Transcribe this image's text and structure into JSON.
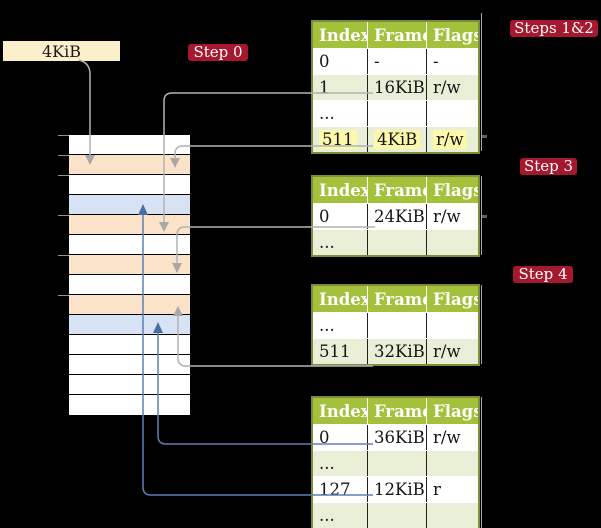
{
  "colors": {
    "background": "#000000",
    "table_header_green": "#a4c13b",
    "table_row_green": "#e8efd6",
    "table_border_olive": "#7d8d3a",
    "highlight_yellow": "#fdf8aa",
    "badge_red": "#a5182e",
    "cr3_box_cream": "#fbf0cb",
    "frame_orange": "#fbe3c9",
    "frame_blue": "#d7e3f4",
    "arrow_gray": "#b2b2b2",
    "arrow_gray_head": "#a8a8a8",
    "arrow_blue": "#5d80b4",
    "arrow_blue_head": "#4a6fa5",
    "tick_gray": "#8f8f8f"
  },
  "cr3_box": {
    "label": "4KiB"
  },
  "badges": {
    "step0": "Step 0",
    "steps12": "Steps 1&2",
    "step3": "Step 3",
    "step4": "Step 4"
  },
  "tables": [
    {
      "id": "page-table-level-4",
      "headers": [
        "Index",
        "Frame",
        "Flags"
      ],
      "rows": [
        {
          "cells": [
            "0",
            "-",
            "-"
          ]
        },
        {
          "cells": [
            "1",
            "16KiB",
            "r/w"
          ]
        },
        {
          "cells": [
            "...",
            "",
            ""
          ]
        },
        {
          "cells": [
            "511",
            "4KiB",
            "r/w"
          ],
          "highlighted": true
        }
      ]
    },
    {
      "id": "page-table-level-3",
      "headers": [
        "Index",
        "Frame",
        "Flags"
      ],
      "rows": [
        {
          "cells": [
            "0",
            "24KiB",
            "r/w"
          ]
        },
        {
          "cells": [
            "...",
            "",
            ""
          ]
        }
      ]
    },
    {
      "id": "page-table-level-2",
      "headers": [
        "Index",
        "Frame",
        "Flags"
      ],
      "rows": [
        {
          "cells": [
            "...",
            "",
            ""
          ]
        },
        {
          "cells": [
            "511",
            "32KiB",
            "r/w"
          ]
        }
      ]
    },
    {
      "id": "page-table-level-1",
      "headers": [
        "Index",
        "Frame",
        "Flags"
      ],
      "rows": [
        {
          "cells": [
            "0",
            "36KiB",
            "r/w"
          ]
        },
        {
          "cells": [
            "...",
            "",
            ""
          ]
        },
        {
          "cells": [
            "127",
            "12KiB",
            "r"
          ]
        },
        {
          "cells": [
            "...",
            "",
            ""
          ]
        }
      ]
    }
  ],
  "memory": {
    "frames": [
      "#ffffff",
      "#fbe3c9",
      "#ffffff",
      "#d7e3f4",
      "#fbe3c9",
      "#ffffff",
      "#fbe3c9",
      "#ffffff",
      "#fbe3c9",
      "#d7e3f4",
      "#ffffff",
      "#ffffff",
      "#ffffff",
      "#ffffff"
    ]
  }
}
